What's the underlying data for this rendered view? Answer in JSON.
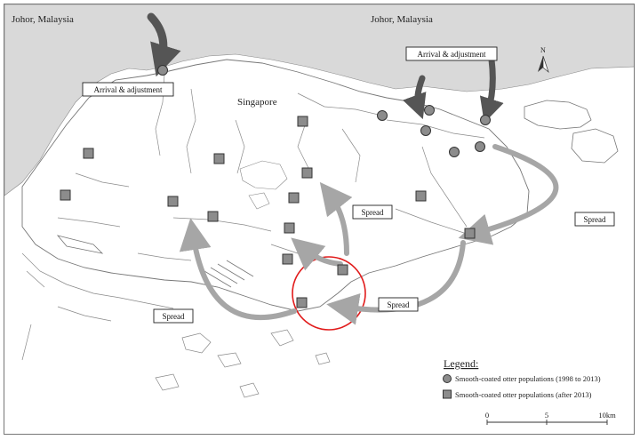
{
  "place_labels": {
    "johor_left": "Johor, Malaysia",
    "johor_right": "Johor, Malaysia",
    "singapore": "Singapore"
  },
  "north_label": "N",
  "annotations": {
    "arrival_left": "Arrival & adjustment",
    "arrival_right": "Arrival & adjustment",
    "spread_center": "Spread",
    "spread_east": "Spread",
    "spread_south": "Spread",
    "spread_west": "Spread"
  },
  "legend": {
    "title": "Legend:",
    "circle_label": "Smooth-coated otter populations (1998 to 2013)",
    "square_label": "Smooth-coated otter populations (after 2013)"
  },
  "scale_bar": {
    "tick_0": "0",
    "tick_5": "5",
    "tick_10": "10km"
  },
  "colors": {
    "land": "#ffffff",
    "sea_johor": "#d9d9d9",
    "marker": "#8c8c8c",
    "arrow_dark": "#555555",
    "arrow_light": "#a6a6a6",
    "highlight_circle": "#e11b1b"
  }
}
